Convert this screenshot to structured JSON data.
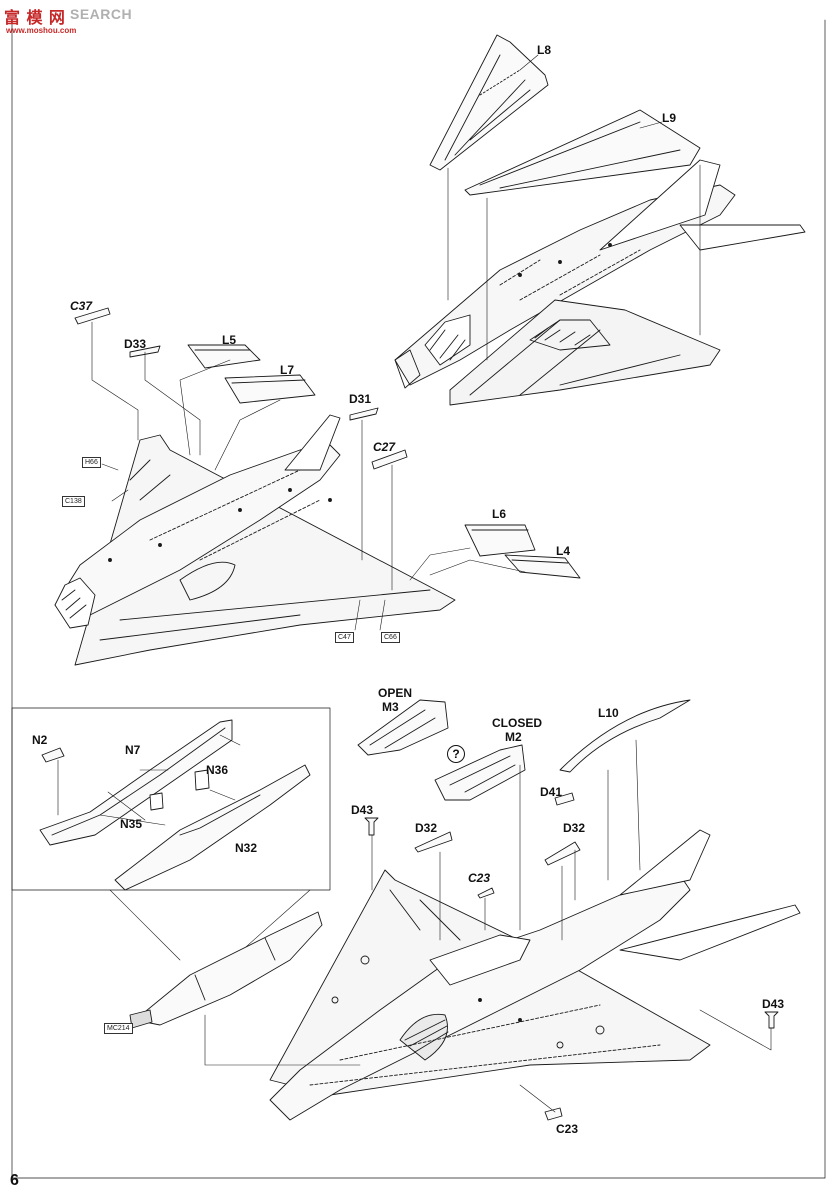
{
  "watermark": {
    "logo_text": "富 模 网",
    "site_name": "SEARCH",
    "url": "www.moshou.com"
  },
  "page_number": "6",
  "labels": {
    "l8": "L8",
    "l9": "L9",
    "c37": "C37",
    "d33": "D33",
    "l5": "L5",
    "l7": "L7",
    "d31": "D31",
    "c27": "C27",
    "l6": "L6",
    "l4": "L4",
    "open": "OPEN",
    "m3": "M3",
    "closed": "CLOSED",
    "m2": "M2",
    "l10": "L10",
    "n2": "N2",
    "n7": "N7",
    "n36": "N36",
    "n35": "N35",
    "n32": "N32",
    "d43_a": "D43",
    "d32_a": "D32",
    "c23_a": "C23",
    "d41": "D41",
    "d32_b": "D32",
    "d43_b": "D43",
    "c23_b": "C23",
    "question": "?"
  },
  "small_labels": {
    "h66": "H66",
    "c138": "C138",
    "c47": "C47",
    "c66": "C66",
    "mc214": "MC214"
  }
}
